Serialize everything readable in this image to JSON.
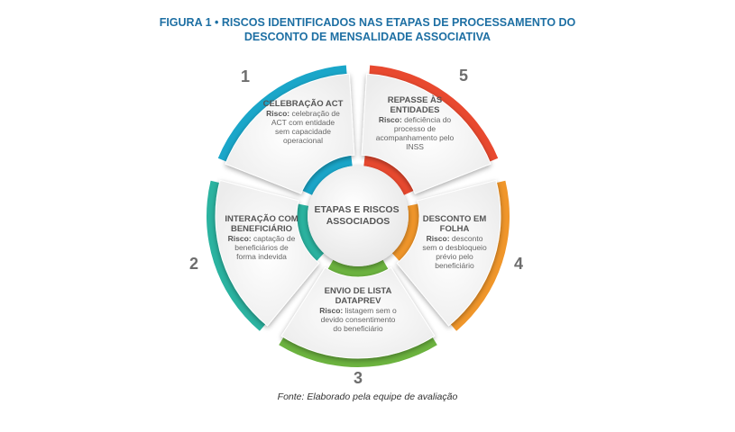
{
  "title": {
    "line1": "FIGURA 1 • RISCOS IDENTIFICADOS NAS ETAPAS DE PROCESSAMENTO DO",
    "line2": "DESCONTO DE MENSALIDADE ASSOCIATIVA"
  },
  "center": {
    "line1": "ETAPAS E RISCOS",
    "line2": "ASSOCIADOS"
  },
  "risk_label": "Risco:",
  "segments": [
    {
      "number": "1",
      "color": "#1aa6c9",
      "title": [
        "CELEBRAÇÃO ACT"
      ],
      "risk": [
        "celebração de",
        "ACT com entidade",
        "sem capacidade",
        "operacional"
      ]
    },
    {
      "number": "2",
      "color": "#2bb3a0",
      "title": [
        "INTERAÇÃO COM",
        "BENEFICIÁRIO"
      ],
      "risk": [
        "captação de",
        "beneficiários de",
        "forma indevida"
      ]
    },
    {
      "number": "3",
      "color": "#6cb33f",
      "title": [
        "ENVIO DE LISTA",
        "DATAPREV"
      ],
      "risk": [
        "listagem sem o",
        "devido consentimento",
        "do beneficiário"
      ]
    },
    {
      "number": "4",
      "color": "#f0962a",
      "title": [
        "DESCONTO EM",
        "FOLHA"
      ],
      "risk": [
        "desconto",
        "sem o desbloqueio",
        "prévio pelo",
        "beneficiário"
      ]
    },
    {
      "number": "5",
      "color": "#e8492f",
      "title": [
        "REPASSE ÀS",
        "ENTIDADES"
      ],
      "risk": [
        "deficiência do",
        "processo de",
        "acompanhamento pelo",
        "INSS"
      ]
    }
  ],
  "source": "Fonte: Elaborado pela equipe de avaliação"
}
